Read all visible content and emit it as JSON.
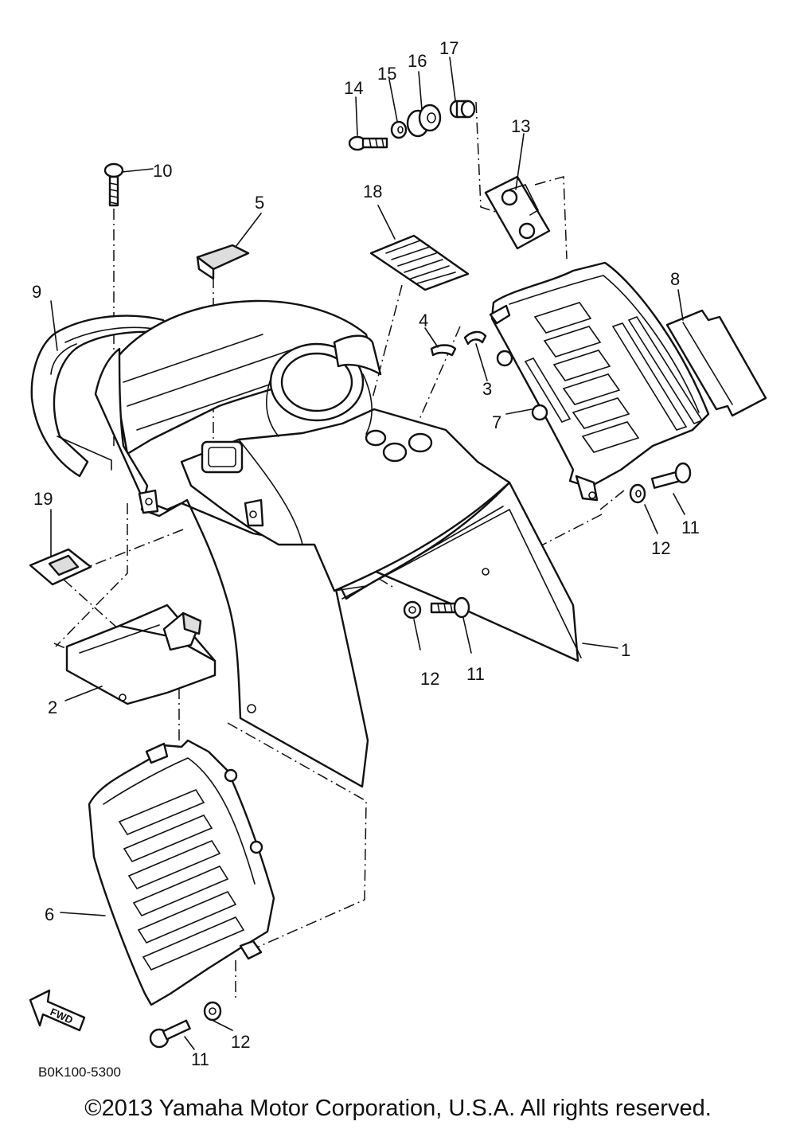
{
  "diagram": {
    "part_code": "B0K100-5300",
    "direction_marker": "FWD",
    "callouts": [
      {
        "id": "1",
        "label": "1"
      },
      {
        "id": "2",
        "label": "2"
      },
      {
        "id": "3",
        "label": "3"
      },
      {
        "id": "4",
        "label": "4"
      },
      {
        "id": "5",
        "label": "5"
      },
      {
        "id": "6",
        "label": "6"
      },
      {
        "id": "7",
        "label": "7"
      },
      {
        "id": "8",
        "label": "8"
      },
      {
        "id": "9",
        "label": "9"
      },
      {
        "id": "10",
        "label": "10"
      },
      {
        "id": "11a",
        "label": "11"
      },
      {
        "id": "11b",
        "label": "11"
      },
      {
        "id": "11c",
        "label": "11"
      },
      {
        "id": "12a",
        "label": "12"
      },
      {
        "id": "12b",
        "label": "12"
      },
      {
        "id": "12c",
        "label": "12"
      },
      {
        "id": "13",
        "label": "13"
      },
      {
        "id": "14",
        "label": "14"
      },
      {
        "id": "15",
        "label": "15"
      },
      {
        "id": "16",
        "label": "16"
      },
      {
        "id": "17",
        "label": "17"
      },
      {
        "id": "18",
        "label": "18"
      },
      {
        "id": "19",
        "label": "19"
      }
    ]
  },
  "footer": {
    "copyright": "©2013 Yamaha Motor Corporation, U.S.A. All rights reserved."
  }
}
